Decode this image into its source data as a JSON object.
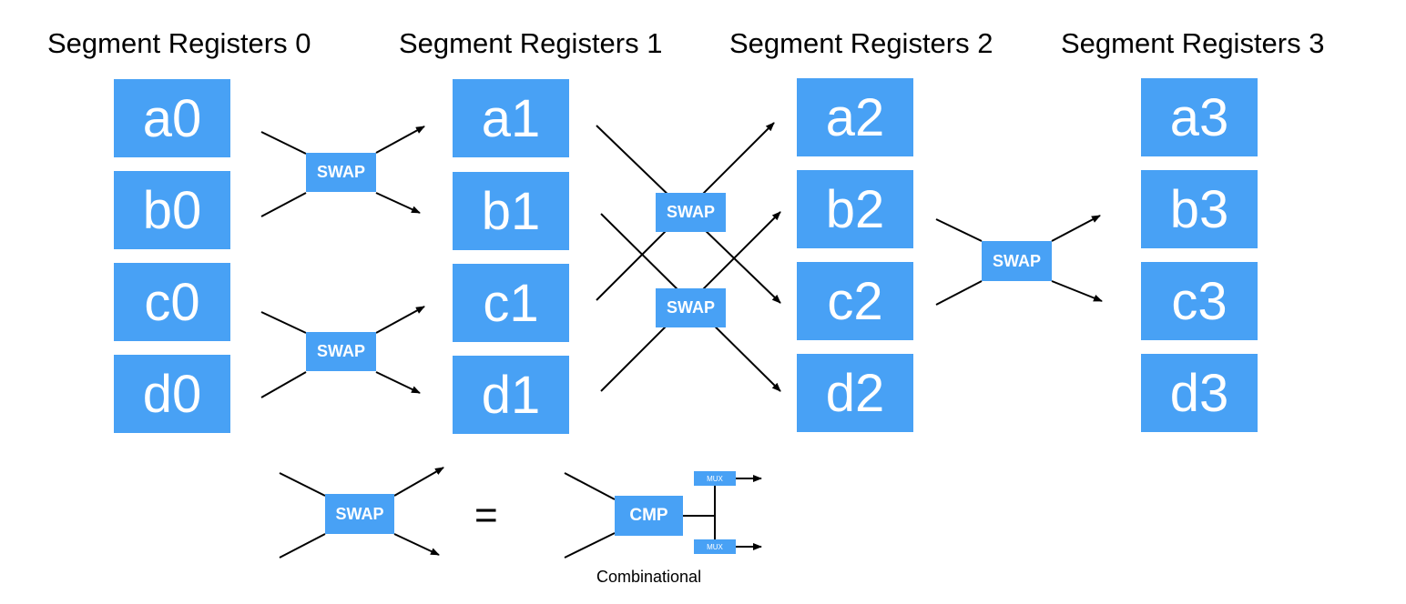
{
  "headings": [
    "Segment Registers 0",
    "Segment Registers 1",
    "Segment Registers 2",
    "Segment Registers 3"
  ],
  "stage0": [
    "a0",
    "b0",
    "c0",
    "d0"
  ],
  "stage1": [
    "a1",
    "b1",
    "c1",
    "d1"
  ],
  "stage2": [
    "a2",
    "b2",
    "c2",
    "d2"
  ],
  "stage3": [
    "a3",
    "b3",
    "c3",
    "d3"
  ],
  "swap_label": "SWAP",
  "legend": {
    "equals": "=",
    "cmp_label": "CMP",
    "mux_label": "MUX",
    "caption": "Combinational"
  },
  "colors": {
    "block": "#48a1f5",
    "text": "#ffffff",
    "wire": "#000000"
  }
}
